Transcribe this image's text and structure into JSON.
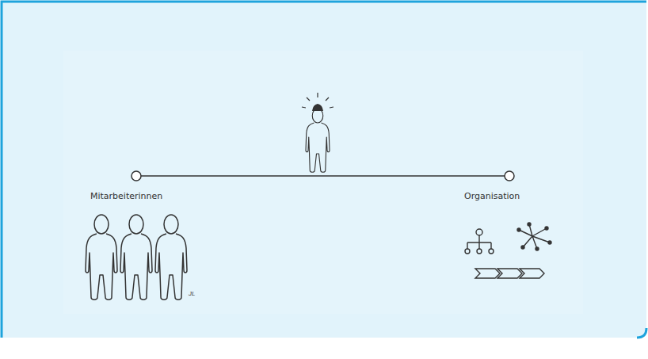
{
  "diagram": {
    "labels": [
      "Mitarbeiterinnen",
      "Organisation",
      "JL"
    ]
  }
}
